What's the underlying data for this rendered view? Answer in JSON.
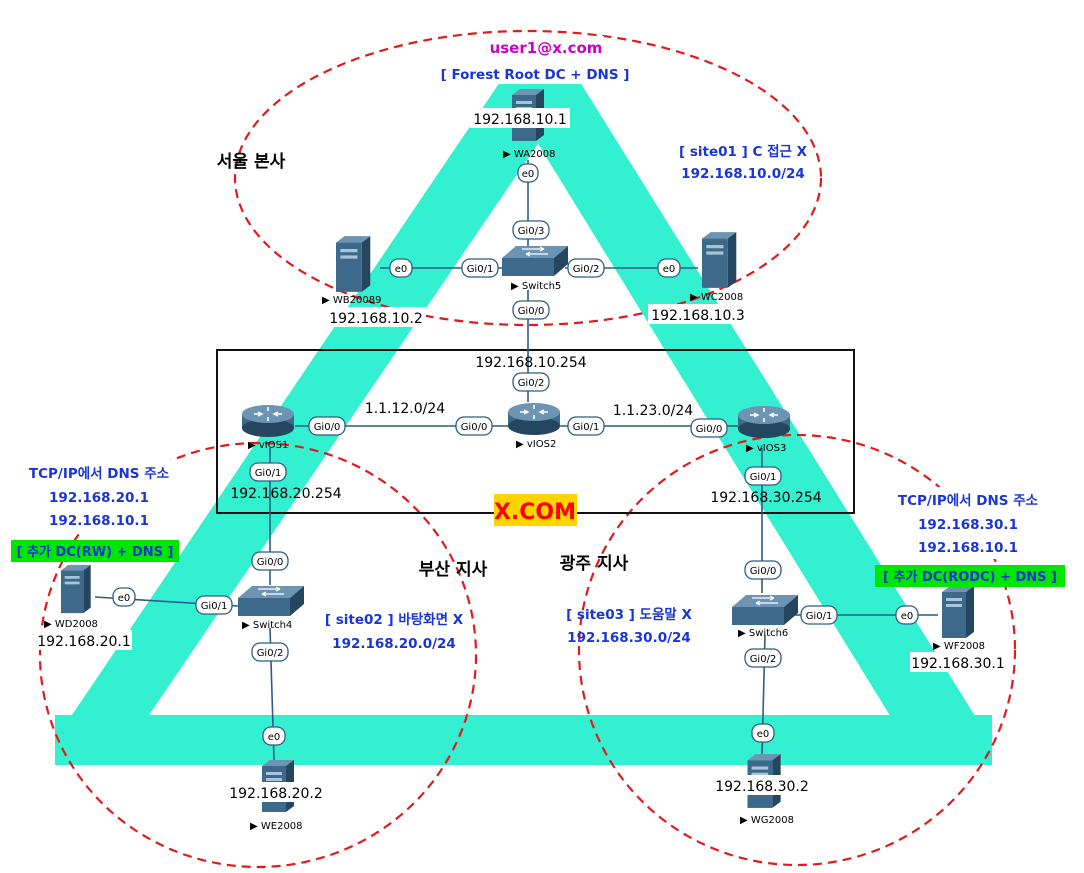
{
  "colors": {
    "band": "#33f0d0",
    "circle": "#e31a1a",
    "device": "#3d6a8a",
    "label_blue": "#1a35d6",
    "user_magenta": "#cc00cc",
    "xcom_red": "#ff0000",
    "xcom_bg": "#ffd400",
    "green_bg": "#00e600"
  },
  "hq": {
    "user": "user1@x.com",
    "role": "[ Forest Root DC + DNS ]",
    "title": "서울 본사",
    "site_label": "[ site01 ] C 접근 X",
    "subnet": "192.168.10.0/24"
  },
  "busan": {
    "title": "부산 지사",
    "site_label": "[ site02 ] 바탕화면 X",
    "subnet": "192.168.20.0/24",
    "dns_title": "TCP/IP에서 DNS 주소",
    "dns1": "192.168.20.1",
    "dns2": "192.168.10.1",
    "role": "[ 추가 DC(RW) + DNS ]"
  },
  "gwangju": {
    "title": "광주 지사",
    "site_label": "[ site03 ] 도움말 X",
    "subnet": "192.168.30.0/24",
    "dns_title": "TCP/IP에서 DNS 주소",
    "dns1": "192.168.30.1",
    "dns2": "192.168.10.1",
    "role": "[ 추가 DC(RODC) + DNS ]"
  },
  "center": {
    "label": "X.COM",
    "net_12": "1.1.12.0/24",
    "net_23": "1.1.23.0/24",
    "ip_v2": "192.168.10.254",
    "ip_v1": "192.168.20.254",
    "ip_v3": "192.168.30.254"
  },
  "devices": {
    "wa": {
      "name": "WA2008",
      "ip": "192.168.10.1",
      "icon": "server-icon"
    },
    "wb": {
      "name": "WB20089",
      "ip": "192.168.10.2",
      "icon": "server-icon"
    },
    "wc": {
      "name": "WC2008",
      "ip": "192.168.10.3",
      "icon": "server-icon"
    },
    "wd": {
      "name": "WD2008",
      "ip": "192.168.20.1",
      "icon": "server-icon"
    },
    "we": {
      "name": "WE2008",
      "ip": "192.168.20.2",
      "icon": "server-icon"
    },
    "wf": {
      "name": "WF2008",
      "ip": "192.168.30.1",
      "icon": "server-icon"
    },
    "wg": {
      "name": "WG2008",
      "ip": "192.168.30.2",
      "icon": "server-icon"
    },
    "sw5": {
      "name": "Switch5",
      "icon": "switch-icon"
    },
    "sw4": {
      "name": "Switch4",
      "icon": "switch-icon"
    },
    "sw6": {
      "name": "Switch6",
      "icon": "switch-icon"
    },
    "r1": {
      "name": "vIOS1",
      "icon": "router-icon"
    },
    "r2": {
      "name": "vIOS2",
      "icon": "router-icon"
    },
    "r3": {
      "name": "vIOS3",
      "icon": "router-icon"
    }
  },
  "ports": {
    "wa_e0": "e0",
    "sw5_g03": "Gi0/3",
    "wb_e0": "e0",
    "sw5_g01": "Gi0/1",
    "sw5_g02": "Gi0/2",
    "wc_e0": "e0",
    "sw5_g00": "Gi0/0",
    "r2_g02": "Gi0/2",
    "r1_g00": "Gi0/0",
    "r2_g00": "Gi0/0",
    "r2_g01": "Gi0/1",
    "r3_g00": "Gi0/0",
    "r1_g01": "Gi0/1",
    "sw4_g00": "Gi0/0",
    "wd_e0": "e0",
    "sw4_g01": "Gi0/1",
    "sw4_g02": "Gi0/2",
    "we_e0": "e0",
    "r3_g01": "Gi0/1",
    "sw6_g00": "Gi0/0",
    "sw6_g01": "Gi0/1",
    "wf_e0": "e0",
    "sw6_g02": "Gi0/2",
    "wg_e0": "e0"
  }
}
